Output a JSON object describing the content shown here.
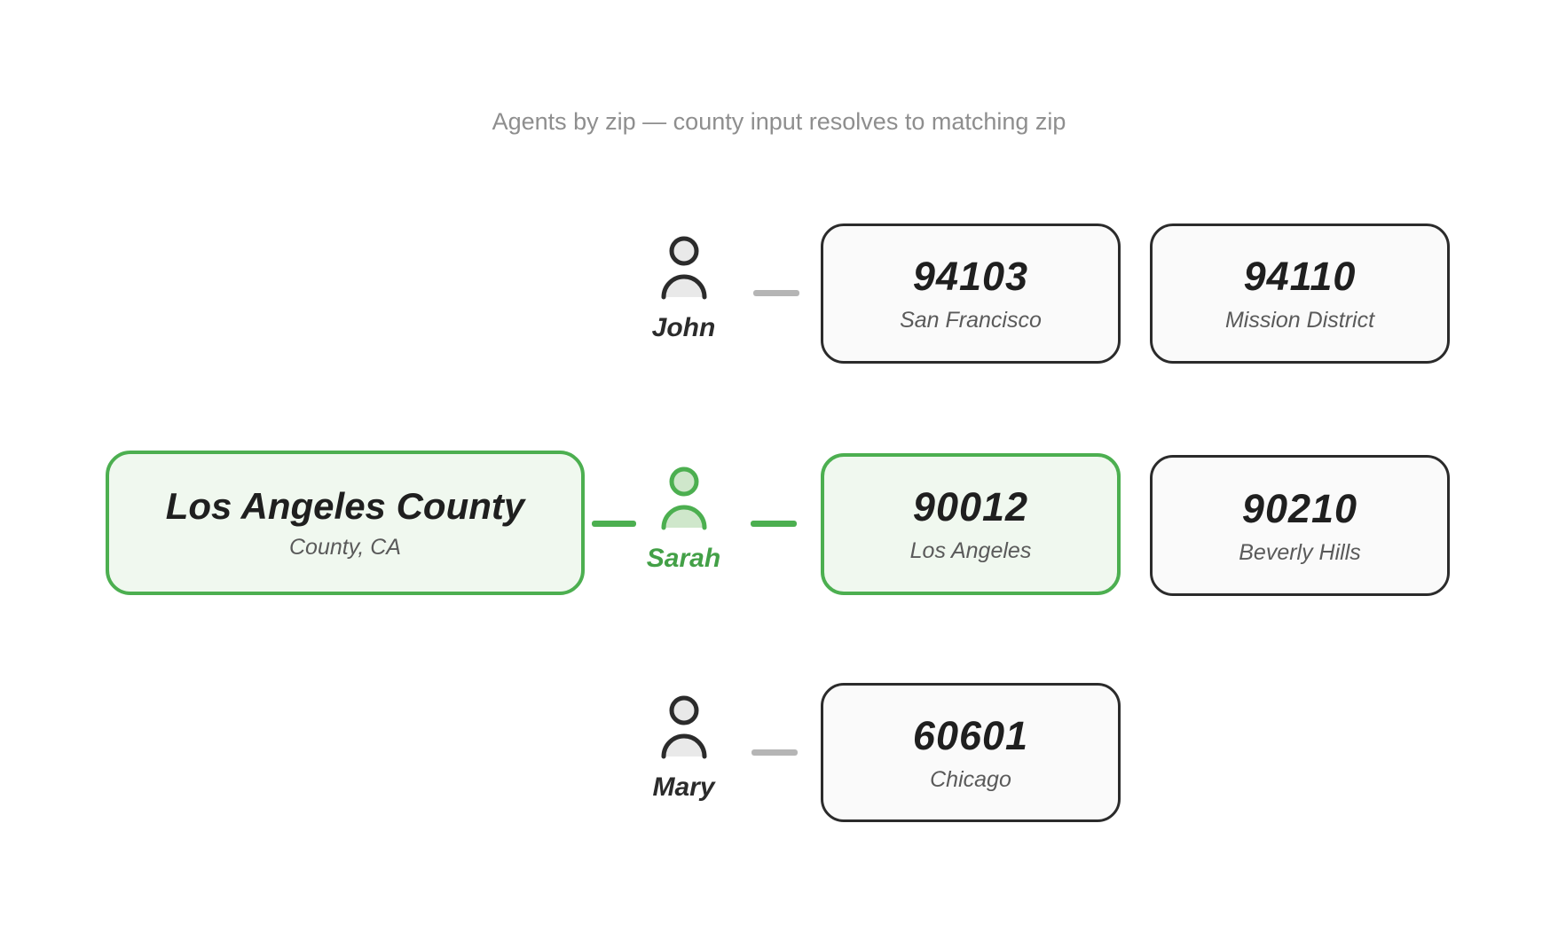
{
  "title": "Agents by zip — county input resolves to matching zip",
  "colors": {
    "accent-green": "#4caf50",
    "accent-green-text": "#43a047",
    "green-fill": "#f0f8ef",
    "green-avatar-fill": "#cfe7cb",
    "dark-border": "#2b2b2b",
    "card-fill": "#fafafa",
    "avatar-fill": "#e9e9e9",
    "connector-gray": "#b5b5b5",
    "title-gray": "#8e8e8e",
    "subtitle-gray": "#5a5a5a",
    "text-dark": "#1f1f1f"
  },
  "county": {
    "name": "Los Angeles County",
    "subtitle": "County, CA"
  },
  "agents": [
    {
      "name": "John",
      "highlighted": false,
      "zips": [
        {
          "code": "94103",
          "city": "San Francisco",
          "highlighted": false
        },
        {
          "code": "94110",
          "city": "Mission District",
          "highlighted": false
        }
      ]
    },
    {
      "name": "Sarah",
      "highlighted": true,
      "zips": [
        {
          "code": "90012",
          "city": "Los Angeles",
          "highlighted": true
        },
        {
          "code": "90210",
          "city": "Beverly Hills",
          "highlighted": false
        }
      ]
    },
    {
      "name": "Mary",
      "highlighted": false,
      "zips": [
        {
          "code": "60601",
          "city": "Chicago",
          "highlighted": false
        }
      ]
    }
  ]
}
